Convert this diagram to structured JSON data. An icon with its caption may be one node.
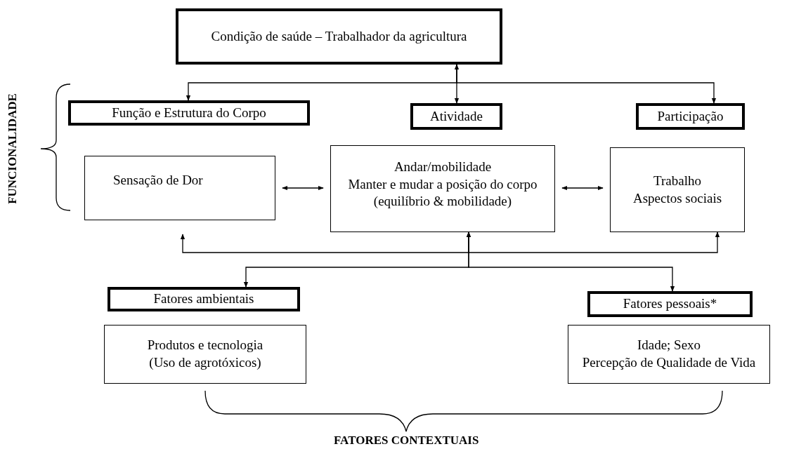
{
  "diagram": {
    "nodes": [
      {
        "text": [
          "Condição de saúde – Trabalhador da agricultura"
        ]
      },
      {
        "text": [
          "Função e Estrutura do Corpo"
        ]
      },
      {
        "text": [
          "Atividade"
        ]
      },
      {
        "text": [
          "Participação"
        ]
      },
      {
        "text": [
          "Sensação de Dor"
        ]
      },
      {
        "text": [
          "Andar/mobilidade",
          "Manter e mudar a posição do corpo (equilíbrio & mobilidade)"
        ]
      },
      {
        "text": [
          "Trabalho",
          "Aspectos sociais"
        ]
      },
      {
        "text": [
          "Fatores ambientais"
        ]
      },
      {
        "text": [
          "Produtos e tecnologia",
          "(Uso de agrotóxicos)"
        ]
      },
      {
        "text": [
          "Fatores pessoais*"
        ]
      },
      {
        "text": [
          "Idade; Sexo",
          "Percepção de Qualidade de Vida"
        ]
      }
    ],
    "edges": [
      {
        "from": 0,
        "to": 2,
        "arrow": "both"
      },
      {
        "from": 0,
        "to": 1,
        "arrow": "to"
      },
      {
        "from": 0,
        "to": 3,
        "arrow": "to"
      },
      {
        "from": 4,
        "to": 5,
        "arrow": "both"
      },
      {
        "from": 5,
        "to": 6,
        "arrow": "both"
      },
      {
        "from": 5,
        "to": 4,
        "arrow": "to"
      },
      {
        "from": 5,
        "to": 6,
        "arrow": "to"
      },
      {
        "from": 7,
        "to": 5,
        "arrow": "both"
      },
      {
        "from": 9,
        "to": 5,
        "arrow": "both"
      }
    ],
    "labels": [
      "FUNCIONALIDADE",
      "FATORES CONTEXTUAIS"
    ]
  }
}
